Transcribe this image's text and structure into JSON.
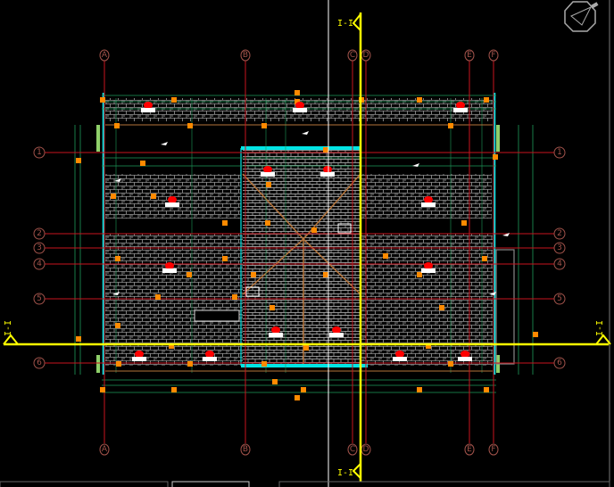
{
  "drawing": {
    "column_axes": [
      "A",
      "B",
      "C",
      "D",
      "E",
      "F"
    ],
    "row_axes": [
      "1",
      "2",
      "3",
      "4",
      "5",
      "6"
    ],
    "section_mark": "I-I",
    "colors": {
      "background": "#000000",
      "axis": "#c8141e",
      "bubble": "#a0524a",
      "dimension": "#1e9a5a",
      "wall": "#00e5e5",
      "section": "#ffff00",
      "tiles": "#d8d8d8",
      "marker": "#ff8a00",
      "fixture": "#ff0000"
    }
  }
}
